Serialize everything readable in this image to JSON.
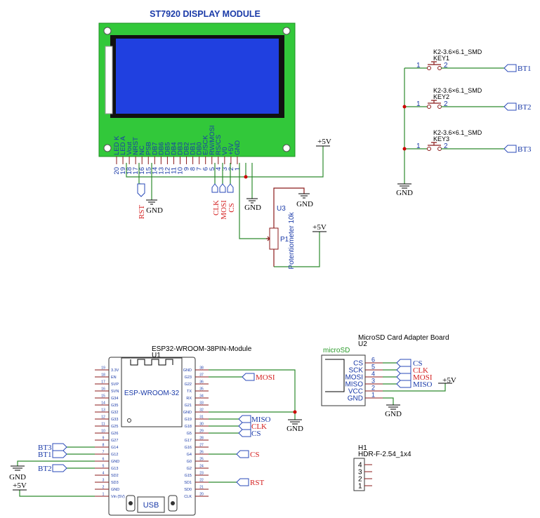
{
  "lcd": {
    "title": "ST7920 DISPLAY MODULE",
    "pins": [
      {
        "num": "20",
        "name": "LED K"
      },
      {
        "num": "19",
        "name": "LED A"
      },
      {
        "num": "18",
        "name": "Vout"
      },
      {
        "num": "17",
        "name": "NRST"
      },
      {
        "num": "16",
        "name": "NC"
      },
      {
        "num": "15",
        "name": "PSB"
      },
      {
        "num": "14",
        "name": "DB7"
      },
      {
        "num": "13",
        "name": "DB6"
      },
      {
        "num": "12",
        "name": "DB5"
      },
      {
        "num": "11",
        "name": "DB4"
      },
      {
        "num": "10",
        "name": "DB3"
      },
      {
        "num": "9",
        "name": "DB2"
      },
      {
        "num": "8",
        "name": "DB1"
      },
      {
        "num": "7",
        "name": "DB0"
      },
      {
        "num": "6",
        "name": "E/SCK"
      },
      {
        "num": "5",
        "name": "RW/MOSI"
      },
      {
        "num": "4",
        "name": "RS/CS"
      },
      {
        "num": "3",
        "name": "V0"
      },
      {
        "num": "2",
        "name": "+5V"
      },
      {
        "num": "1",
        "name": "GND"
      }
    ],
    "vcc": "+5V",
    "gnd_psb": "GND",
    "gnd_right": "GND",
    "labels": {
      "rst": "RST",
      "clk": "CLK",
      "mosi": "MOSI",
      "cs": "CS"
    }
  },
  "pot": {
    "ref": "U3",
    "name": "P1",
    "value": "Potentiometer 10k",
    "vcc": "+5V",
    "gnd": "GND"
  },
  "keys": [
    {
      "part": "K2-3.6×6.1_SMD",
      "ref": "KEY1",
      "p1": "1",
      "p2": "2",
      "net": "BT1"
    },
    {
      "part": "K2-3.6×6.1_SMD",
      "ref": "KEY2",
      "p1": "1",
      "p2": "2",
      "net": "BT2"
    },
    {
      "part": "K2-3.6×6.1_SMD",
      "ref": "KEY3",
      "p1": "1",
      "p2": "2",
      "net": "BT3"
    }
  ],
  "keys_gnd": "GND",
  "esp": {
    "title": "ESP32-WROOM-38PIN-Module",
    "ref": "U1",
    "chip": "ESP-WROOM-32",
    "usb": "USB",
    "left_pins": [
      {
        "num": "19",
        "name": "3.3V"
      },
      {
        "num": "18",
        "name": "EN"
      },
      {
        "num": "17",
        "name": "SVP"
      },
      {
        "num": "16",
        "name": "SVN"
      },
      {
        "num": "15",
        "name": "G34"
      },
      {
        "num": "14",
        "name": "G35"
      },
      {
        "num": "13",
        "name": "G32"
      },
      {
        "num": "12",
        "name": "G33"
      },
      {
        "num": "11",
        "name": "G25"
      },
      {
        "num": "10",
        "name": "G26"
      },
      {
        "num": "9",
        "name": "G27"
      },
      {
        "num": "8",
        "name": "G14"
      },
      {
        "num": "7",
        "name": "G12"
      },
      {
        "num": "6",
        "name": "GND"
      },
      {
        "num": "5",
        "name": "G13"
      },
      {
        "num": "4",
        "name": "SD2"
      },
      {
        "num": "3",
        "name": "SD3"
      },
      {
        "num": "2",
        "name": "GND"
      },
      {
        "num": "1",
        "name": "Vin (5V)"
      }
    ],
    "right_pins": [
      {
        "num": "38",
        "name": "GND"
      },
      {
        "num": "37",
        "name": "G23"
      },
      {
        "num": "36",
        "name": "G22"
      },
      {
        "num": "35",
        "name": "TX"
      },
      {
        "num": "34",
        "name": "RX"
      },
      {
        "num": "33",
        "name": "G21"
      },
      {
        "num": "32",
        "name": "GND"
      },
      {
        "num": "31",
        "name": "G19"
      },
      {
        "num": "30",
        "name": "G18"
      },
      {
        "num": "29",
        "name": "G5"
      },
      {
        "num": "28",
        "name": "G17"
      },
      {
        "num": "27",
        "name": "G16"
      },
      {
        "num": "26",
        "name": "G4"
      },
      {
        "num": "25",
        "name": "G0"
      },
      {
        "num": "24",
        "name": "G2"
      },
      {
        "num": "23",
        "name": "G15"
      },
      {
        "num": "22",
        "name": "SD1"
      },
      {
        "num": "21",
        "name": "SD0"
      },
      {
        "num": "20",
        "name": "CLK"
      }
    ],
    "nets": {
      "mosi": "MOSI",
      "miso": "MISO",
      "clk": "CLK",
      "cs_spi": "CS",
      "cs": "CS",
      "rst": "RST",
      "bt3": "BT3",
      "bt1": "BT1",
      "bt2": "BT2",
      "gnd_left": "GND",
      "vin": "+5V",
      "gnd_right": "GND"
    }
  },
  "sd": {
    "title": "MicroSD Card Adapter Board",
    "ref": "U2",
    "name": "microSD",
    "pins": [
      {
        "num": "6",
        "name": "CS",
        "net": "CS"
      },
      {
        "num": "5",
        "name": "SCK",
        "net": "CLK"
      },
      {
        "num": "4",
        "name": "MOSI",
        "net": "MOSI"
      },
      {
        "num": "3",
        "name": "MISO",
        "net": "MISO"
      },
      {
        "num": "2",
        "name": "VCC",
        "net": ""
      },
      {
        "num": "1",
        "name": "GND",
        "net": ""
      }
    ],
    "vcc": "+5V",
    "gnd": "GND"
  },
  "header": {
    "ref": "H1",
    "name": "HDR-F-2.54_1x4",
    "pins": [
      "4",
      "3",
      "2",
      "1"
    ]
  },
  "colors": {
    "pcb_green": "#32c83a",
    "lcd_blue": "#2040e0",
    "wire": "#2e8b2e",
    "label_blue": "#1a3aa8",
    "net_red": "#d42020"
  }
}
